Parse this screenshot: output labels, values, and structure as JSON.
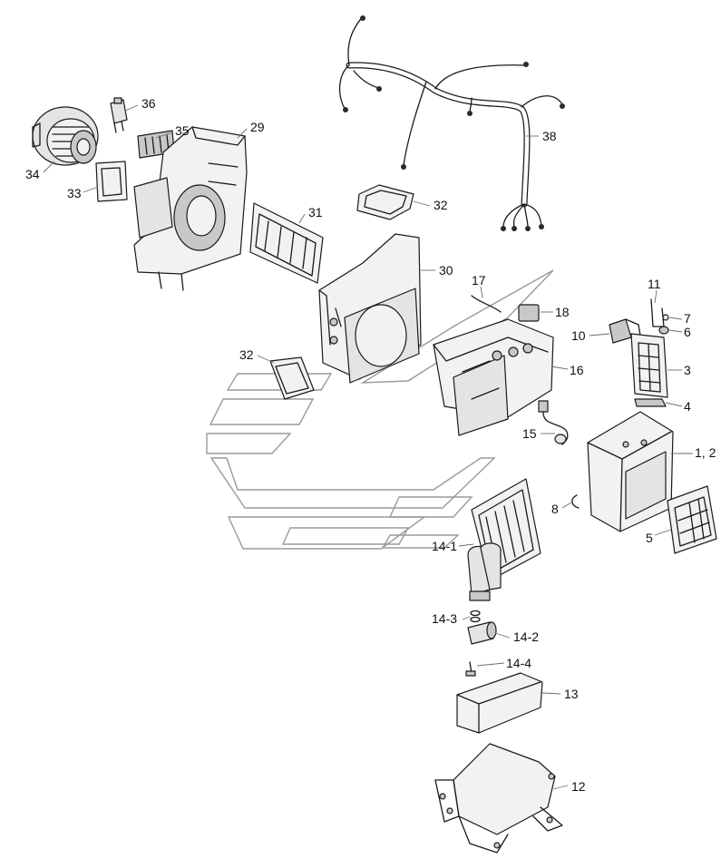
{
  "labels": {
    "p1_2": "1, 2",
    "p3": "3",
    "p4": "4",
    "p5": "5",
    "p6": "6",
    "p7": "7",
    "p8": "8",
    "p10": "10",
    "p11": "11",
    "p12": "12",
    "p13": "13",
    "p14_1": "14-1",
    "p14_2": "14-2",
    "p14_3": "14-3",
    "p14_4": "14-4",
    "p15": "15",
    "p16": "16",
    "p17": "17",
    "p18": "18",
    "p29": "29",
    "p30": "30",
    "p31": "31",
    "p32a": "32",
    "p32b": "32",
    "p33": "33",
    "p34": "34",
    "p35": "35",
    "p36": "36",
    "p38": "38"
  },
  "colors": {
    "line": "#1a1a1a",
    "leader": "#6e6e6e",
    "watermark": "#9a9a9a",
    "shade_light": "#e4e4e4",
    "shade_mid": "#c8c8c8"
  }
}
